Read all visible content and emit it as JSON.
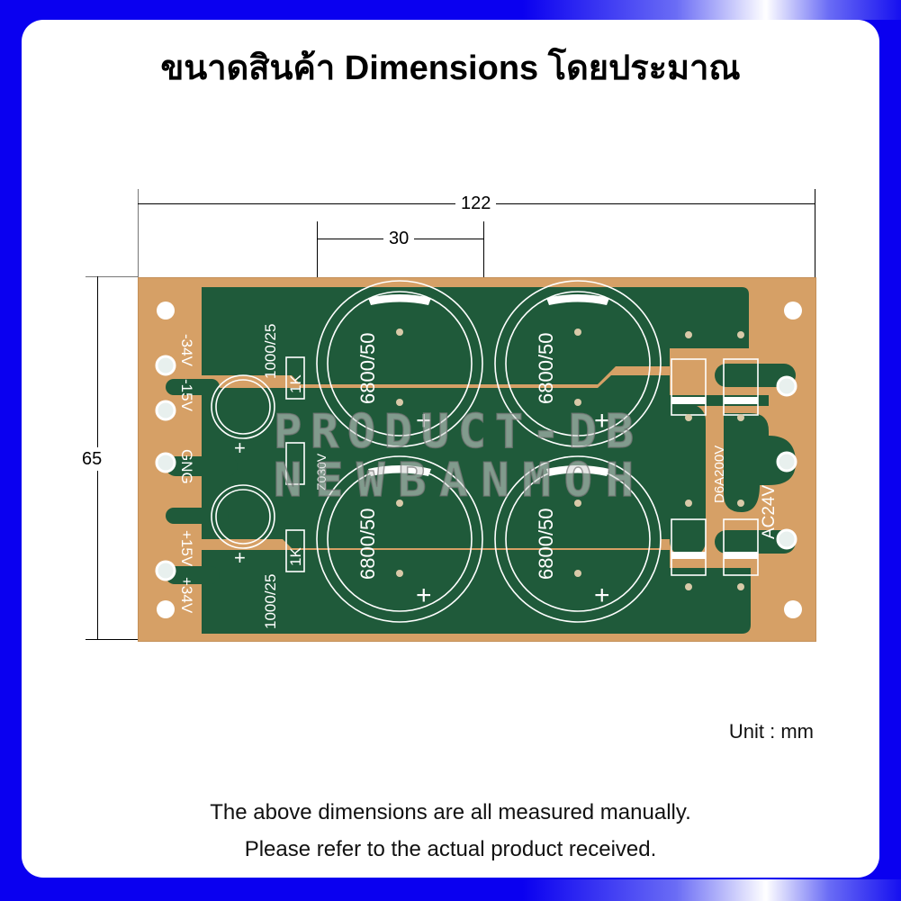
{
  "header": {
    "title": "ขนาดสินค้า Dimensions โดยประมาณ"
  },
  "dimensions": {
    "width": "122",
    "height": "65",
    "capacitor_spacing": "30",
    "unit_label": "Unit : mm"
  },
  "pcb": {
    "terminal_labels": [
      "-34V",
      "-15V",
      "GNG",
      "+15V",
      "+34V"
    ],
    "small_caps": [
      "1000/25",
      "1000/25"
    ],
    "resistors": [
      "1K",
      "1K"
    ],
    "zener_label": "Z030V",
    "big_caps": [
      "6800/50",
      "6800/50",
      "6800/50",
      "6800/50"
    ],
    "diode_label": "D6A200V",
    "ac_label": "AC24V",
    "watermark_line1": "PRODUCT-DB",
    "watermark_line2": "NEWBANMOH",
    "colors": {
      "substrate": "#d6a066",
      "copper_mask": "#1f5a3a",
      "silkscreen": "#ffffff"
    }
  },
  "footer": {
    "line1": "The above dimensions are all measured manually.",
    "line2": "Please refer to the actual product received."
  },
  "frame": {
    "accent_color": "#0a00f0"
  }
}
